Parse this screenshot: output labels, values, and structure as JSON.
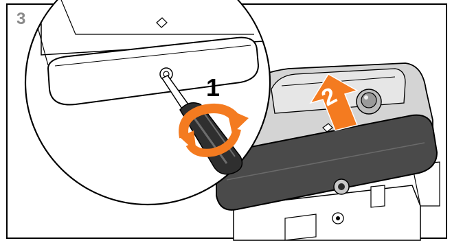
{
  "step": {
    "number": "3"
  },
  "callouts": {
    "first": "1",
    "second": "2"
  },
  "colors": {
    "border": "#000000",
    "accent": "#f47b20",
    "housing": "#cfcfcf",
    "cover": "#4a4a4a",
    "step_number": "#8a8a8a"
  },
  "icons": [
    "screwdriver-icon",
    "rotate-arrow-icon",
    "lift-arrow-icon"
  ]
}
